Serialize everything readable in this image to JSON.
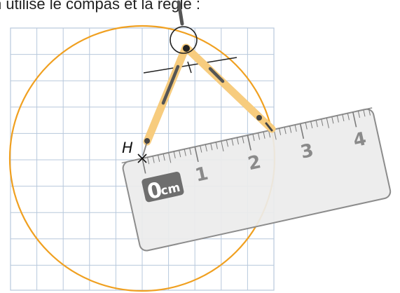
{
  "caption": "n utilise le compas et la règle :",
  "point_label": "H",
  "ruler": {
    "zero_label": "0",
    "unit_label": "cm",
    "numbers": [
      "1",
      "2",
      "3",
      "4"
    ]
  },
  "colors": {
    "grid": "#b7c8dc",
    "circle": "#f0a020",
    "compass_leg": "#f7cc7e",
    "compass_dark": "#555555",
    "ruler_fill": "#ececec",
    "ruler_stroke": "#8c8c8c",
    "text": "#222222"
  },
  "icons": {
    "compass": "compass-icon",
    "ruler": "ruler-icon",
    "point_marker": "cross-mark-icon"
  }
}
